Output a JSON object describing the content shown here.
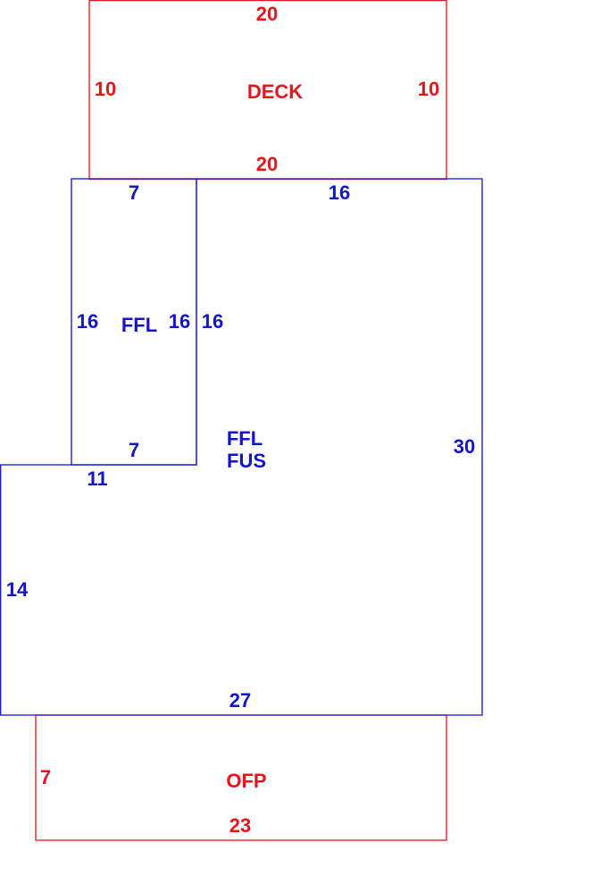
{
  "colors": {
    "deck": "#e8141c",
    "living": "#1414c8",
    "porch": "#e8141c"
  },
  "deck": {
    "label": "DECK",
    "top": "20",
    "bottom": "20",
    "left": "10",
    "right": "10"
  },
  "ffl_section": {
    "label": "FFL",
    "top": "7",
    "bottom": "7",
    "left": "16",
    "right": "16"
  },
  "main": {
    "label_line1": "FFL",
    "label_line2": "FUS",
    "top": "16",
    "inner_left": "16",
    "right": "30",
    "step": "11",
    "left": "14",
    "bottom": "27"
  },
  "porch": {
    "label": "OFP",
    "left": "7",
    "bottom": "23"
  }
}
